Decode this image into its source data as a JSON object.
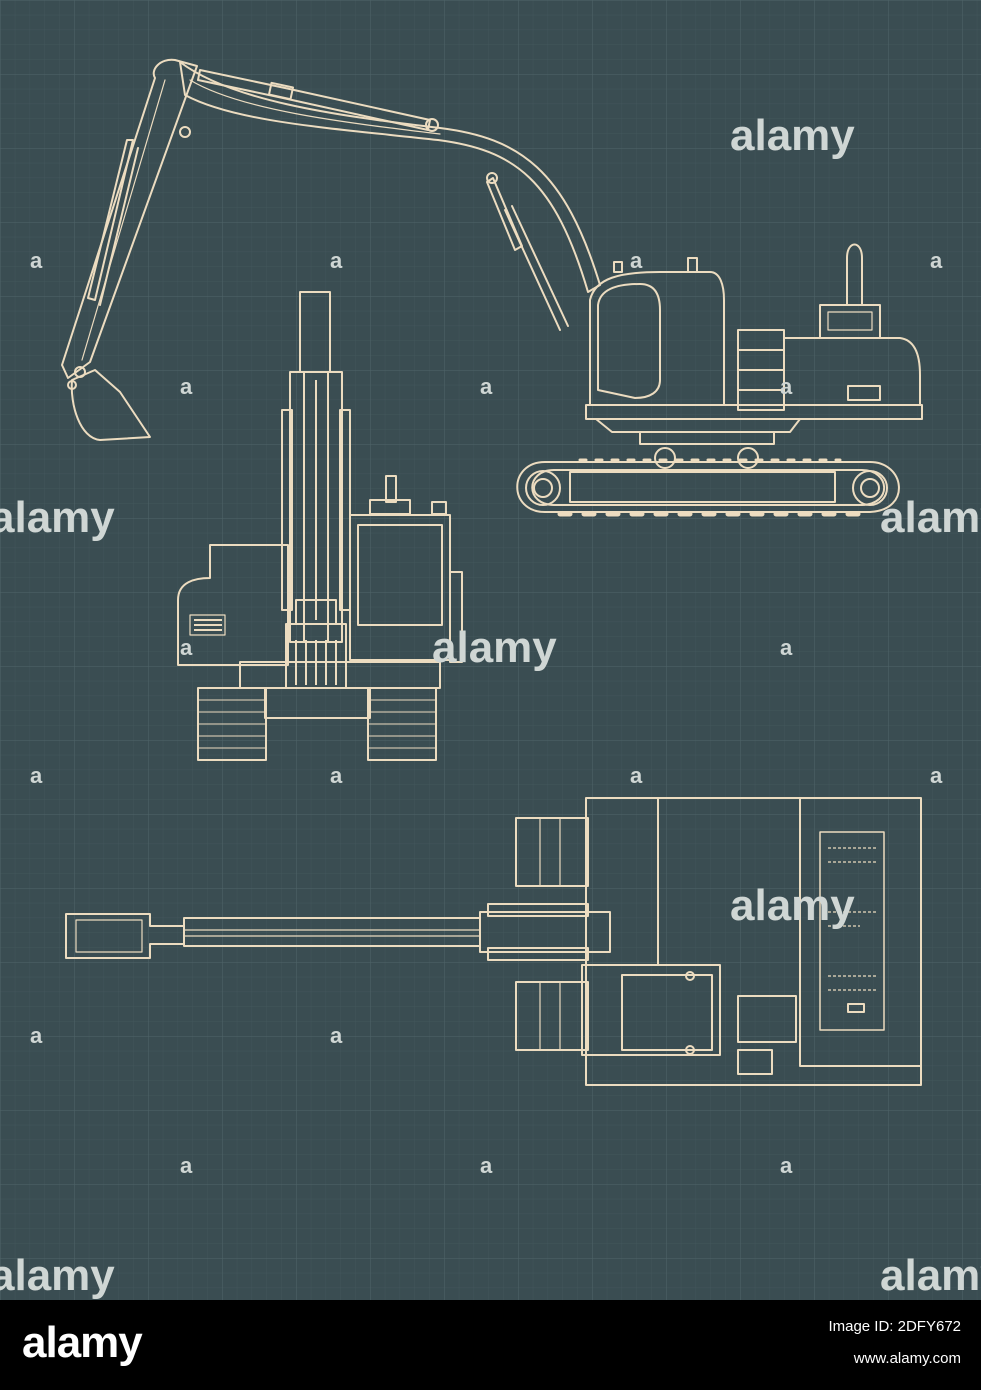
{
  "colors": {
    "background": "#3a4d52",
    "grid": "#4a5e63",
    "line": "#ecdcc0",
    "watermark": "#cfd6d4",
    "footer": "#000000"
  },
  "watermark": {
    "text": "alamy",
    "small_icon": "a"
  },
  "footer": {
    "logo": "alamy",
    "image_id": "Image ID: 2DFY672",
    "url": "www.alamy.com"
  },
  "views": [
    {
      "name": "side-view"
    },
    {
      "name": "front-view"
    },
    {
      "name": "top-view"
    }
  ]
}
